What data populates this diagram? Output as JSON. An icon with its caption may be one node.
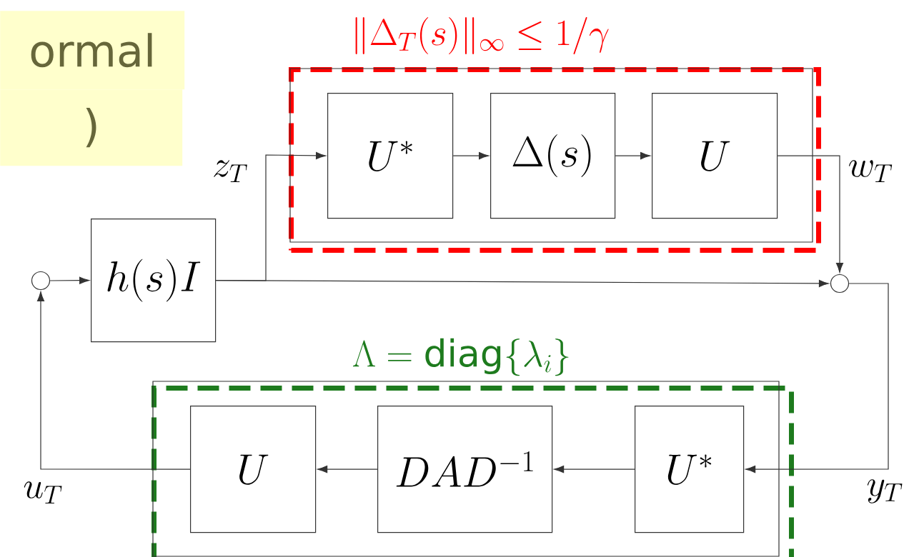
{
  "diagram": {
    "nodes": [
      {
        "text": [],
        "shape": "circle"
      },
      {
        "text": [
          "h(s)I"
        ]
      },
      {
        "text": [
          "\\|\\Delta_T(s)\\|_\\infty \\leq 1/\\gamma"
        ]
      },
      {
        "text": [
          "U^*"
        ],
        "in": 2
      },
      {
        "text": [
          "\\Delta(s)"
        ],
        "in": 2
      },
      {
        "text": [
          "U"
        ],
        "in": 2
      },
      {
        "text": [],
        "shape": "circle"
      },
      {
        "text": [
          "\\Lambda = \\mathrm{diag}\\{\\lambda_i\\}"
        ]
      },
      {
        "text": [
          "U"
        ],
        "in": 7
      },
      {
        "text": [
          "DAD^{-1}"
        ],
        "in": 7
      },
      {
        "text": [
          "U^*"
        ],
        "in": 7
      }
    ],
    "edges": [
      {
        "from": 0,
        "to": 1,
        "arrow": "to"
      },
      {
        "from": 1,
        "to": 6,
        "arrow": "to"
      },
      {
        "from": 1,
        "to": 3,
        "arrow": "to",
        "label": "z_T"
      },
      {
        "from": 3,
        "to": 4,
        "arrow": "to"
      },
      {
        "from": 4,
        "to": 5,
        "arrow": "to"
      },
      {
        "from": 5,
        "to": 6,
        "arrow": "to",
        "label": "w_T"
      },
      {
        "from": 6,
        "to": 10,
        "arrow": "to",
        "label": "y_T"
      },
      {
        "from": 10,
        "to": 9,
        "arrow": "to"
      },
      {
        "from": 9,
        "to": 8,
        "arrow": "to"
      },
      {
        "from": 8,
        "to": 0,
        "arrow": "to",
        "label": "u_T"
      }
    ],
    "labels": [
      "ormal",
      ")"
    ]
  }
}
